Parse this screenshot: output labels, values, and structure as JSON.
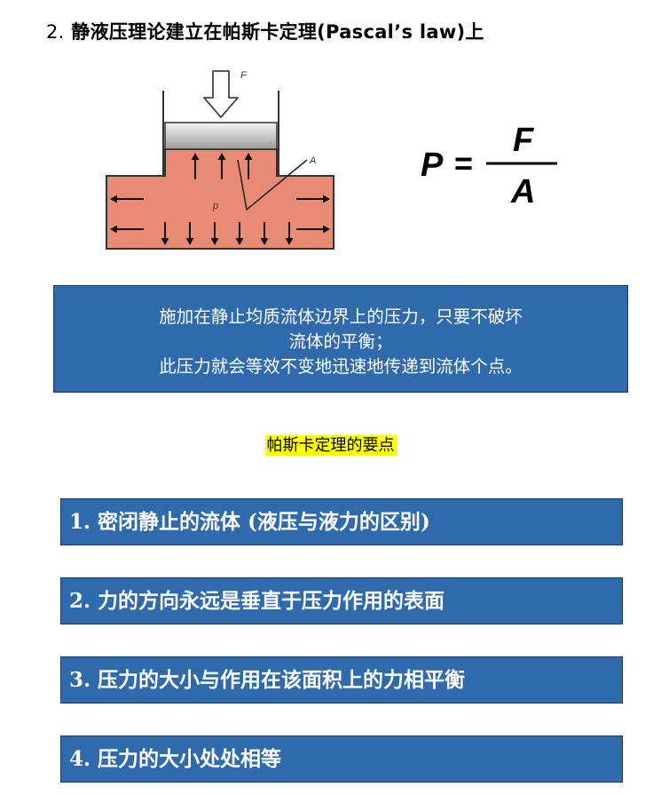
{
  "heading": {
    "number": "2.",
    "text": "静液压理论建立在帕斯卡定理(Pascal’s law)上"
  },
  "diagram": {
    "force_label": "F",
    "area_label": "A",
    "pressure_label": "p",
    "fluid_color": "#e98a74",
    "piston_color": "#c8c8c8"
  },
  "formula": {
    "lhs": "P",
    "equals": "=",
    "numerator": "F",
    "denominator": "A"
  },
  "definition": {
    "lines": [
      "施加在静止均质流体边界上的压力，只要不破坏",
      "流体的平衡；",
      "此压力就会等效不变地迅速地传递到流体个点。"
    ],
    "bg_color": "#2f6aad"
  },
  "keypoints": {
    "title": "帕斯卡定理的要点",
    "highlight_color": "#ffff00",
    "items": [
      "1. 密闭静止的流体 (液压与液力的区别)",
      "2. 力的方向永远是垂直于压力作用的表面",
      "3. 压力的大小与作用在该面积上的力相平衡",
      "4. 压力的大小处处相等"
    ]
  }
}
